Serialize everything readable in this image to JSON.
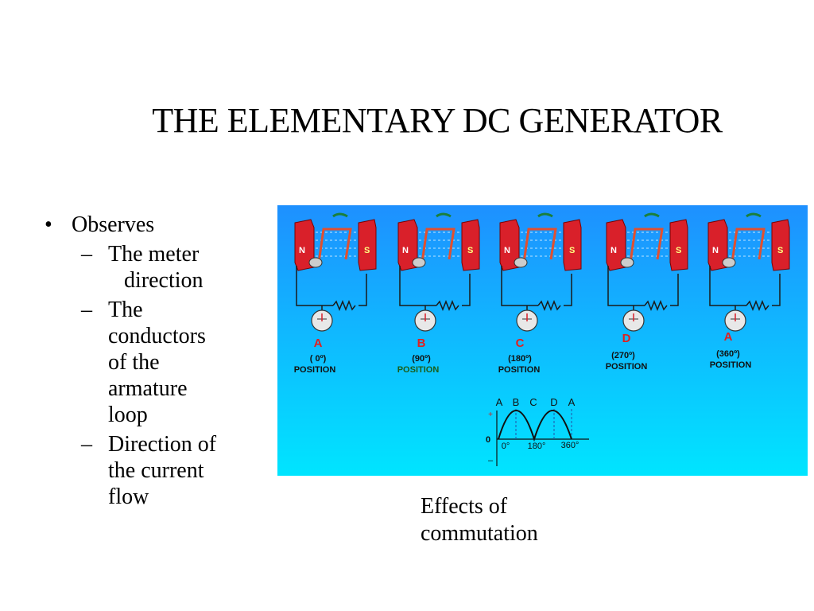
{
  "slide": {
    "title": "THE ELEMENTARY DC GENERATOR",
    "bullets": {
      "main": "Observes",
      "sub1_line1": "The meter",
      "sub1_line2": "direction",
      "sub2": [
        "The",
        "conductors",
        "of the",
        "armature",
        "loop"
      ],
      "sub3": [
        "Direction of",
        "the current",
        "flow"
      ]
    },
    "caption_line1": "Effects of",
    "caption_line2": "commutation"
  },
  "diagram": {
    "pole_north": "N",
    "pole_south": "S",
    "panels": [
      {
        "letter": "A",
        "angle": "( 0º)",
        "position": "POSITION"
      },
      {
        "letter": "B",
        "angle": "(90º)",
        "position": "POSITION"
      },
      {
        "letter": "C",
        "angle": "(180º)",
        "position": "POSITION"
      },
      {
        "letter": "D",
        "angle": "(270º)",
        "position": "POSITION"
      },
      {
        "letter": "A",
        "angle": "(360º)",
        "position": "POSITION"
      }
    ],
    "waveform": {
      "letters": [
        "A",
        "B",
        "C",
        "D",
        "A"
      ],
      "plus": "+",
      "zero": "0",
      "minus": "–",
      "ticks": [
        "0°",
        "180°",
        "360°"
      ]
    },
    "colors": {
      "background_top": "#1e90ff",
      "background_bottom": "#00e5ff",
      "magnet": "#d9202a",
      "letter": "#e02020",
      "wire": "#1a1a1a"
    }
  }
}
